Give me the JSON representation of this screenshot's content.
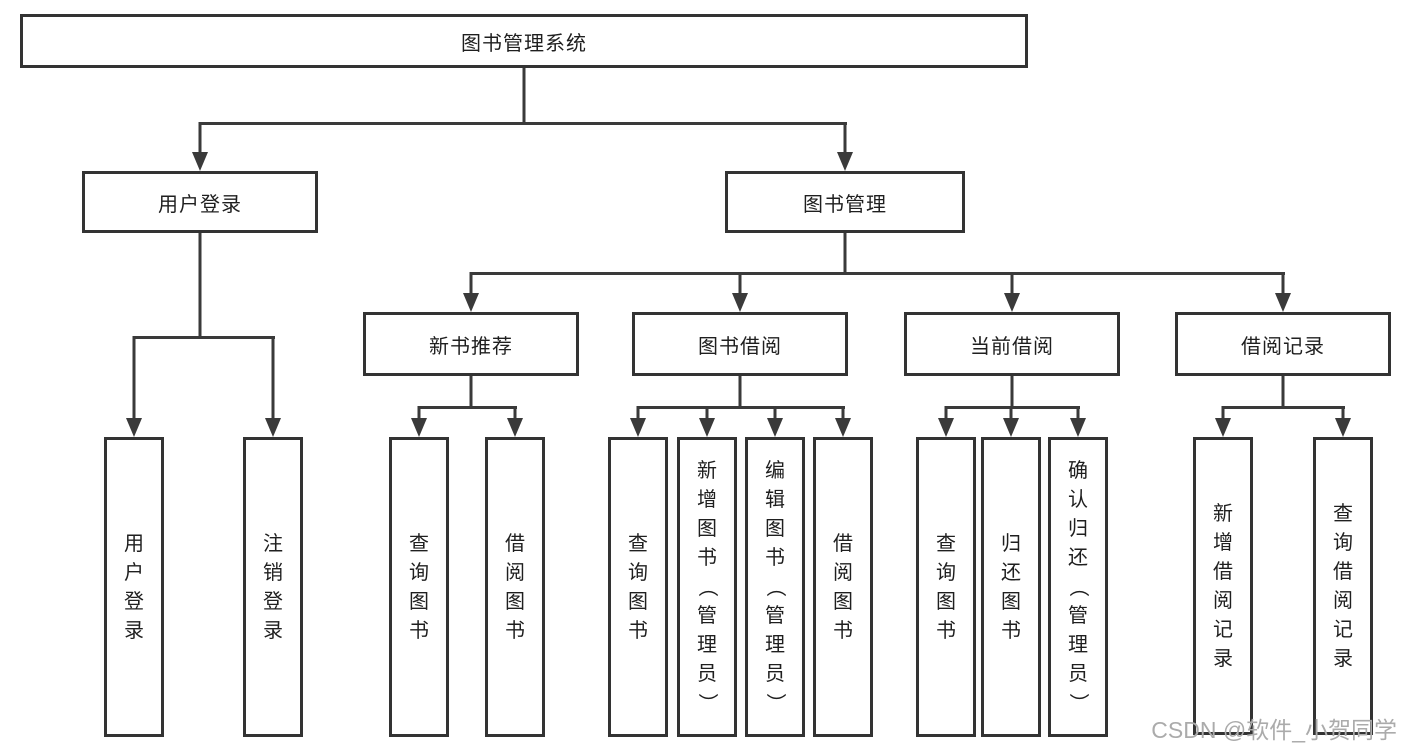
{
  "diagram": {
    "root": {
      "label": "图书管理系统"
    },
    "branches": [
      {
        "label": "用户登录",
        "children": [
          {
            "label": "用户登录"
          },
          {
            "label": "注销登录"
          }
        ]
      },
      {
        "label": "图书管理",
        "children": [
          {
            "label": "新书推荐",
            "children": [
              {
                "label": "查询图书"
              },
              {
                "label": "借阅图书"
              }
            ]
          },
          {
            "label": "图书借阅",
            "children": [
              {
                "label": "查询图书"
              },
              {
                "label": "新增图书（管理员）"
              },
              {
                "label": "编辑图书（管理员）"
              },
              {
                "label": "借阅图书"
              }
            ]
          },
          {
            "label": "当前借阅",
            "children": [
              {
                "label": "查询图书"
              },
              {
                "label": "归还图书"
              },
              {
                "label": "确认归还（管理员）"
              }
            ]
          },
          {
            "label": "借阅记录",
            "children": [
              {
                "label": "新增借阅记录"
              },
              {
                "label": "查询借阅记录"
              }
            ]
          }
        ]
      }
    ]
  },
  "watermark": {
    "text": "CSDN @软件_小贺同学"
  },
  "colors": {
    "line": "#3a3a3a",
    "border": "#333333",
    "text": "#1f1f1f",
    "watermark": "#ababab",
    "background": "#ffffff"
  }
}
